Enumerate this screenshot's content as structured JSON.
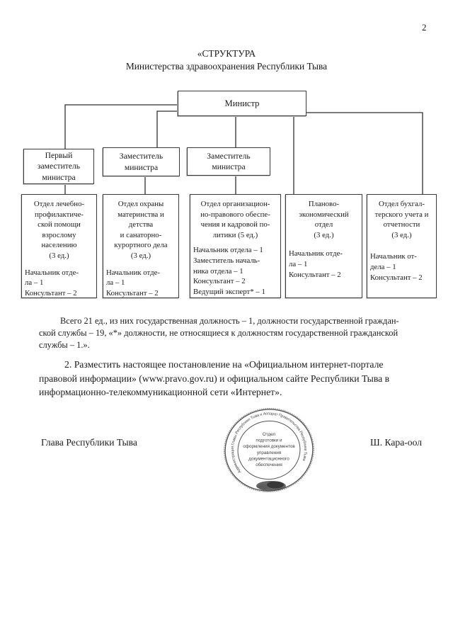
{
  "page_number": "2",
  "title": {
    "line1": "«СТРУКТУРА",
    "line2": "Министерства здравоохранения Республики Тыва"
  },
  "chart": {
    "minister_label": "Министр",
    "deputies": [
      {
        "lines": [
          "Первый",
          "заместитель",
          "министра"
        ]
      },
      {
        "lines": [
          "Заместитель",
          "министра"
        ]
      },
      {
        "lines": [
          "Заместитель",
          "министра"
        ]
      }
    ],
    "departments": [
      {
        "header": [
          "Отдел лечебно-",
          "профилактиче-",
          "ской помощи",
          "взрослому",
          "населению",
          "(3 ед.)"
        ],
        "staff": [
          "Начальник отде-",
          "ла – 1",
          "Консультант – 2"
        ]
      },
      {
        "header": [
          "Отдел охраны",
          "материнства и",
          "детства",
          "и санаторно-",
          "курортного дела",
          "(3 ед.)"
        ],
        "staff": [
          "Начальник отде-",
          "ла – 1",
          "Консультант – 2"
        ]
      },
      {
        "header": [
          "Отдел организацион-",
          "но-правового обеспе-",
          "чения и кадровой по-",
          "литики (5 ед.)"
        ],
        "staff": [
          "Начальник отдела – 1",
          "Заместитель началь-",
          "ника отдела – 1",
          "Консультант – 2",
          "Ведущий эксперт* – 1"
        ]
      },
      {
        "header": [
          "Планово-",
          "экономический",
          "отдел",
          "(3 ед.)"
        ],
        "staff": [
          "Начальник отде-",
          "ла – 1",
          "Консультант – 2"
        ]
      },
      {
        "header": [
          "Отдел бухгал-",
          "терского учета и",
          "отчетности",
          "(3 ед.)"
        ],
        "staff": [
          "Начальник от-",
          "дела – 1",
          "Консультант – 2"
        ]
      }
    ]
  },
  "note_lines": [
    "Всего 21 ед., из них государственная должность – 1, должности государственной граждан-",
    "ской службы – 19, «*» должности, не относящиеся к должностям государственной гражданской",
    "службы – 1.»."
  ],
  "resolution_lines": [
    "2. Разместить настоящее постановление на «Официальном интернет-портале",
    "правовой информации» (www.pravo.gov.ru) и официальном сайте Республики Тыва в",
    "информационно-телекоммуникационной сети «Интернет»."
  ],
  "footer": {
    "left_label": "Глава Республики Тыва",
    "right_label": "Ш. Кара-оол"
  },
  "stamp": {
    "ring_text": "Администрация Главы Республики Тыва и Аппарат Правительства Республики Тыва",
    "center_lines": [
      "Отдел",
      "подготовки и",
      "оформления документов",
      "управления",
      "документационного",
      "обеспечения"
    ],
    "ink_color": "#4a4a4a"
  },
  "colors": {
    "text": "#1c1c1c",
    "background": "#ffffff"
  }
}
